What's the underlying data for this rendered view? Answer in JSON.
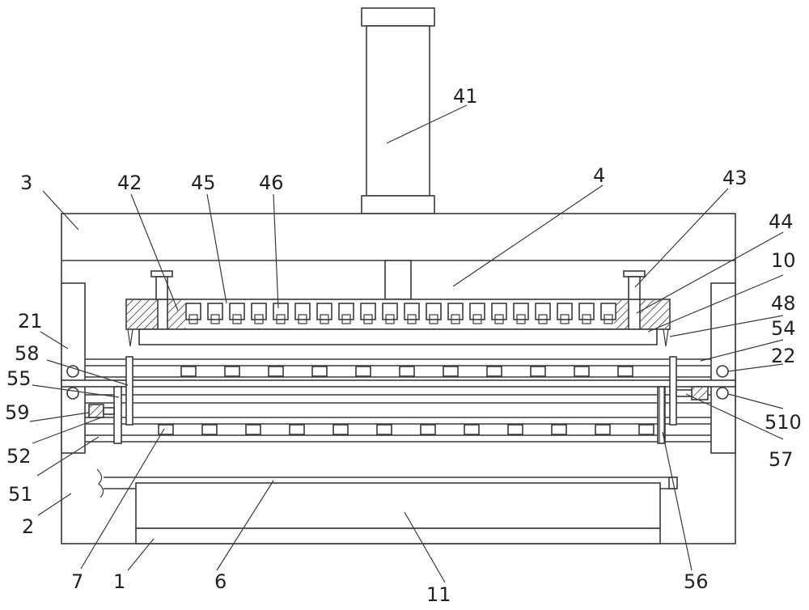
{
  "figure": {
    "line_color": "#3a3a3a",
    "labels": {
      "l1": "1",
      "l2": "2",
      "l3": "3",
      "l4": "4",
      "l6": "6",
      "l7": "7",
      "l10": "10",
      "l11": "11",
      "l21": "21",
      "l22": "22",
      "l41": "41",
      "l42": "42",
      "l43": "43",
      "l44": "44",
      "l45": "45",
      "l46": "46",
      "l48": "48",
      "l51": "51",
      "l52": "52",
      "l54": "54",
      "l55": "55",
      "l56": "56",
      "l57": "57",
      "l58": "58",
      "l59": "59",
      "l510": "510"
    }
  }
}
